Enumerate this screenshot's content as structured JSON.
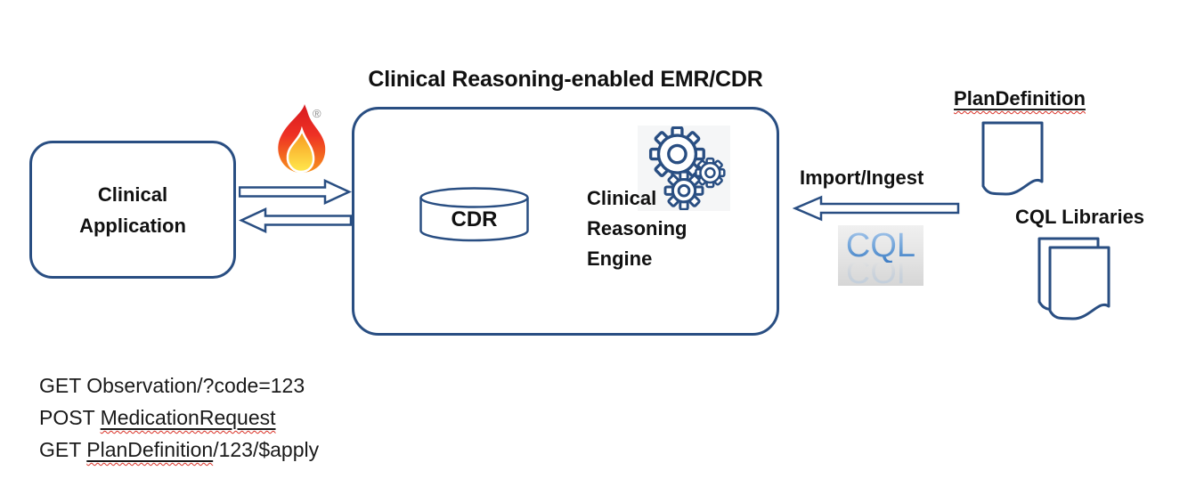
{
  "title": "Clinical Reasoning-enabled EMR/CDR",
  "clinical_application": {
    "line1": "Clinical",
    "line2": "Application"
  },
  "fhir_flame": {
    "registered_mark": "®"
  },
  "emr": {
    "cdr_label": "CDR",
    "engine": {
      "line1": "Clinical",
      "line2": "Reasoning",
      "line3": "Engine"
    }
  },
  "import_ingest": {
    "label": "Import/Ingest"
  },
  "cql_logo": {
    "text": "CQL"
  },
  "plan_definition": {
    "heading": "PlanDefinition"
  },
  "cql_libraries": {
    "heading": "CQL Libraries"
  },
  "api_calls": {
    "line1": "GET Observation/?code=123",
    "line2_prefix": "POST ",
    "line2_term": "MedicationRequest",
    "line3_prefix": "GET ",
    "line3_term": "PlanDefinition",
    "line3_suffix": "/123/$apply"
  },
  "colors": {
    "shape_outline": "#294e82",
    "spellcheck_red": "#d93025",
    "flame_red": "#e2231a",
    "flame_yellow": "#ffe94e",
    "cql_blue": "#3e7dc4",
    "text": "#111111"
  }
}
